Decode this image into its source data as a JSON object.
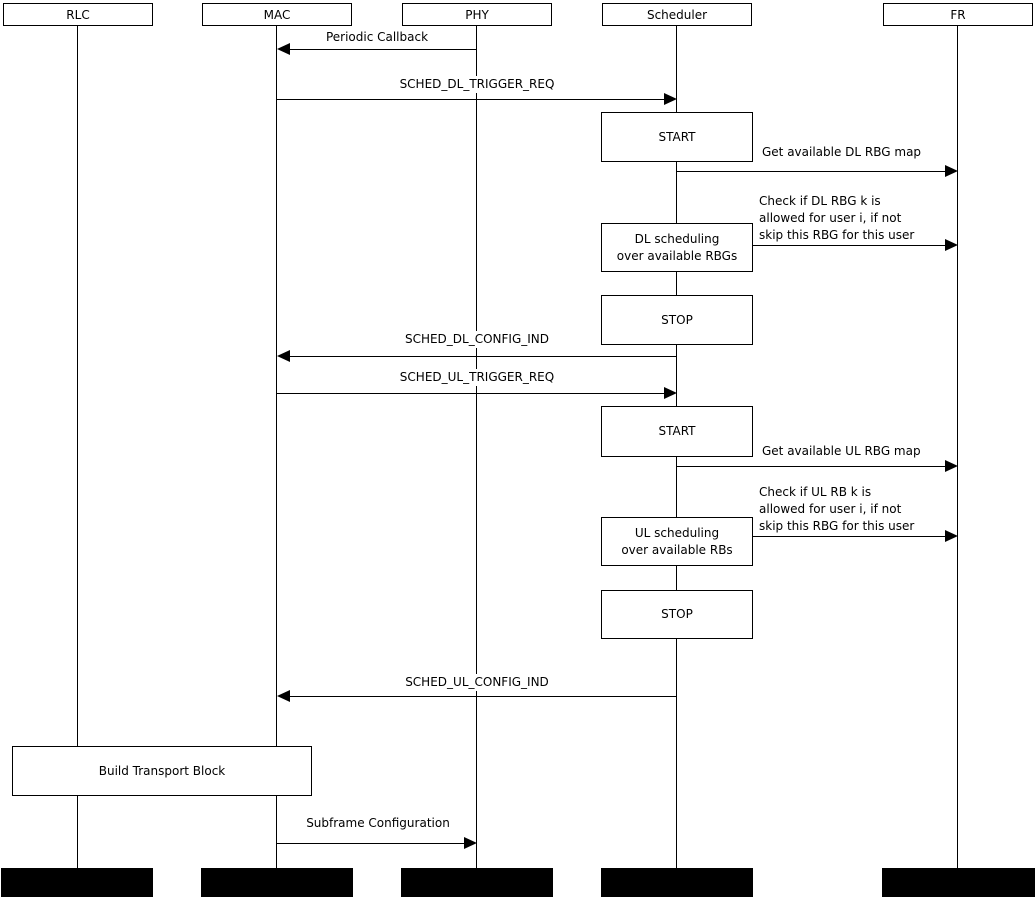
{
  "colors": {
    "line": "#000000",
    "background": "#ffffff",
    "box_fill": "#ffffff",
    "box_border": "#000000",
    "terminator_fill": "#000000",
    "text": "#000000"
  },
  "lifelines": [
    {
      "id": "rlc",
      "label": "RLC"
    },
    {
      "id": "mac",
      "label": "MAC"
    },
    {
      "id": "phy",
      "label": "PHY"
    },
    {
      "id": "scheduler",
      "label": "Scheduler"
    },
    {
      "id": "fr",
      "label": "FR"
    }
  ],
  "messages": {
    "periodic_callback": {
      "label": "Periodic Callback",
      "from": "PHY",
      "to": "MAC"
    },
    "sched_dl_trigger_req": {
      "label": "SCHED_DL_TRIGGER_REQ",
      "from": "MAC",
      "to": "Scheduler"
    },
    "get_dl_rbg_map": {
      "label": "Get available DL RBG map",
      "from": "Scheduler",
      "to": "FR"
    },
    "check_dl_rbg": {
      "label": "Check if DL RBG k is\nallowed for user i, if not\nskip this RBG for this user",
      "from": "Scheduler",
      "to": "FR"
    },
    "sched_dl_config_ind": {
      "label": "SCHED_DL_CONFIG_IND",
      "from": "Scheduler",
      "to": "MAC"
    },
    "sched_ul_trigger_req": {
      "label": "SCHED_UL_TRIGGER_REQ",
      "from": "MAC",
      "to": "Scheduler"
    },
    "get_ul_rbg_map": {
      "label": "Get available UL RBG map",
      "from": "Scheduler",
      "to": "FR"
    },
    "check_ul_rb": {
      "label": "Check if UL RB k is\nallowed for user i, if not\nskip this RBG for this user",
      "from": "Scheduler",
      "to": "FR"
    },
    "sched_ul_config_ind": {
      "label": "SCHED_UL_CONFIG_IND",
      "from": "Scheduler",
      "to": "MAC"
    },
    "subframe_configuration": {
      "label": "Subframe Configuration",
      "from": "MAC",
      "to": "PHY"
    }
  },
  "activations": {
    "start_dl": "START",
    "dl_scheduling": "DL scheduling\nover available RBGs",
    "stop_dl": "STOP",
    "start_ul": "START",
    "ul_scheduling": "UL scheduling\nover available RBs",
    "stop_ul": "STOP",
    "build_transport_block": "Build Transport Block"
  }
}
